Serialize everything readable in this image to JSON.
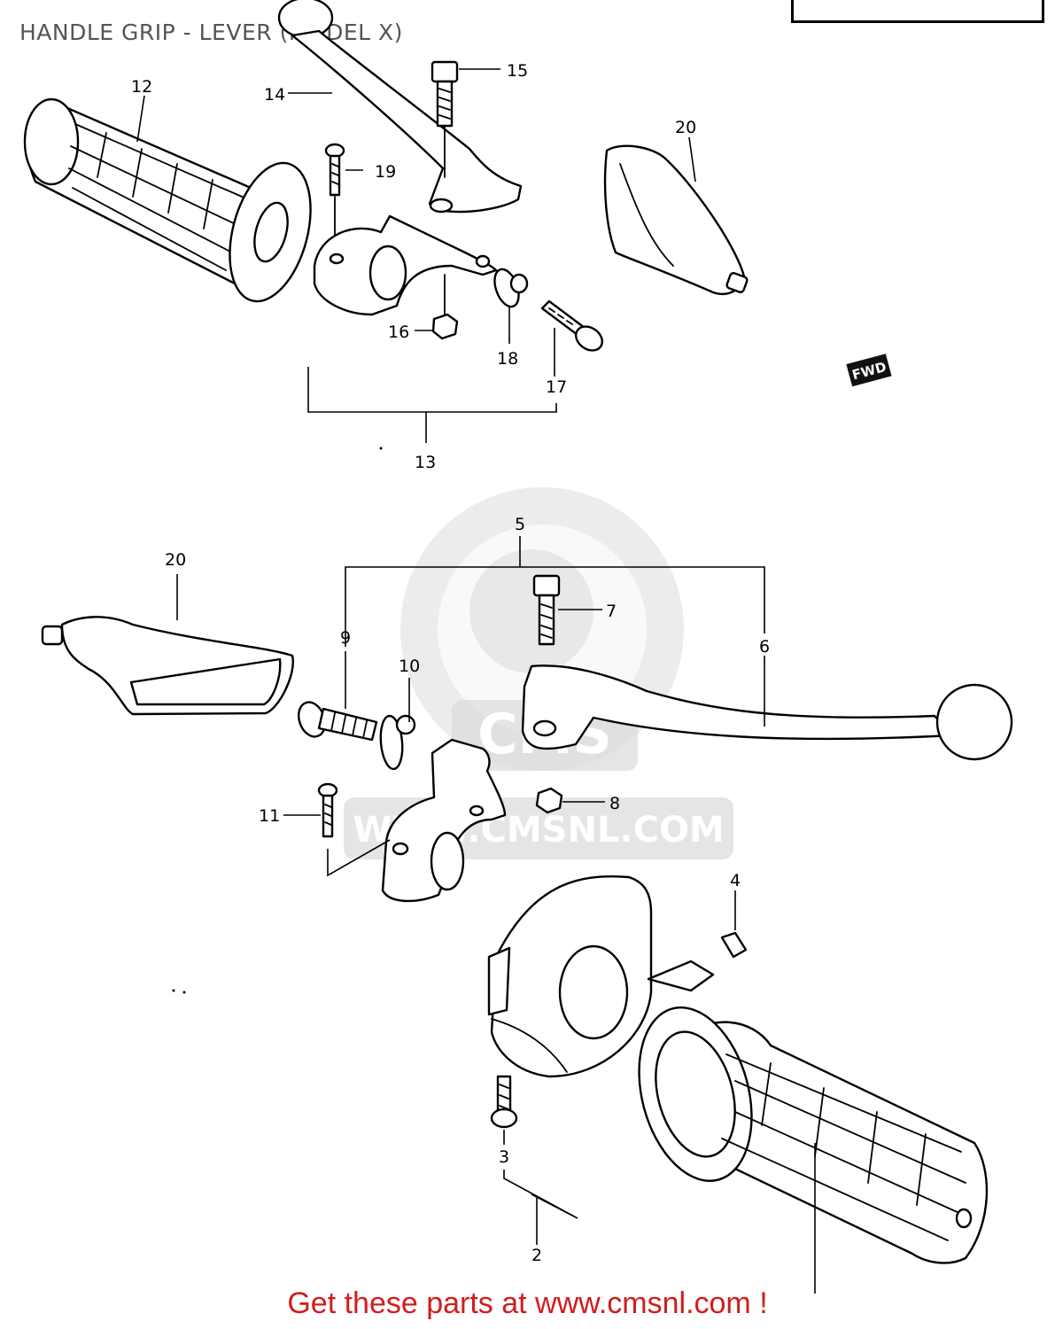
{
  "title": "HANDLE GRIP - LEVER (MODEL X)",
  "footer": "Get these parts at www.cmsnl.com !",
  "watermark": {
    "logo": "CMS",
    "url": "WWW.CMSNL.COM"
  },
  "fwd_mark": "FWD",
  "callouts": {
    "c2": "2",
    "c3": "3",
    "c4": "4",
    "c5": "5",
    "c6": "6",
    "c7": "7",
    "c8": "8",
    "c9": "9",
    "c10": "10",
    "c11": "11",
    "c12": "12",
    "c13": "13",
    "c14": "14",
    "c15": "15",
    "c16": "16",
    "c17": "17",
    "c18": "18",
    "c19": "19",
    "c20a": "20",
    "c20b": "20"
  }
}
